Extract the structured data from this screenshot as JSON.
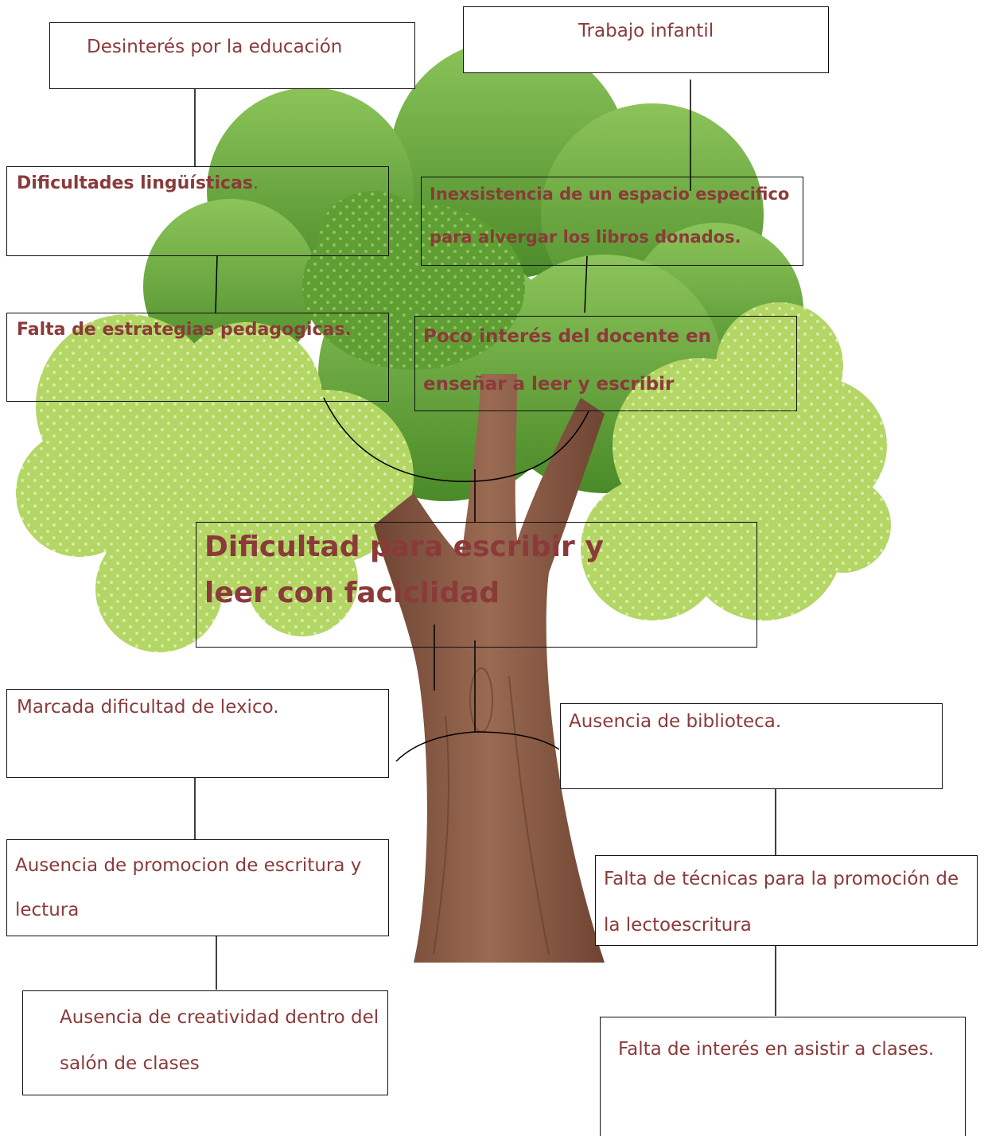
{
  "diagram": {
    "type": "problem-tree",
    "central_problem": "Dificultad para escribir y leer con faciclidad",
    "effects": {
      "desinteres": "Desinterés por la educación",
      "trabajo": "Trabajo infantil",
      "linguisticas": "Dificultades lingüísticas",
      "linguisticas_period": ".",
      "espacio_line1": "Inexsistencia de un espacio especifico",
      "espacio_line2": "para alvergar los libros donados.",
      "estrategias": "Falta de estrategias pedagogicas.",
      "docente_line1": "Poco interés del docente en",
      "docente_line2": "enseñar a leer y escribir"
    },
    "causes": {
      "lexico": "Marcada dificultad de lexico.",
      "biblioteca": "Ausencia de biblioteca.",
      "promocion_line1": "Ausencia de promocion de escritura y",
      "promocion_line2": "lectura",
      "tecnicas_line1": "Falta de técnicas para la promoción de",
      "tecnicas_line2": "la lectoescritura",
      "creatividad_line1": "Ausencia de creatividad dentro del",
      "creatividad_line2": "salón de clases",
      "interes": "Falta de interés en asistir a clases."
    }
  },
  "colors": {
    "text": "#8b3a3a",
    "border": "#111111",
    "foliage_dark": "#5a9a32",
    "foliage_mid": "#6fae3e",
    "foliage_light": "#b5d867",
    "trunk": "#8a5a44"
  }
}
